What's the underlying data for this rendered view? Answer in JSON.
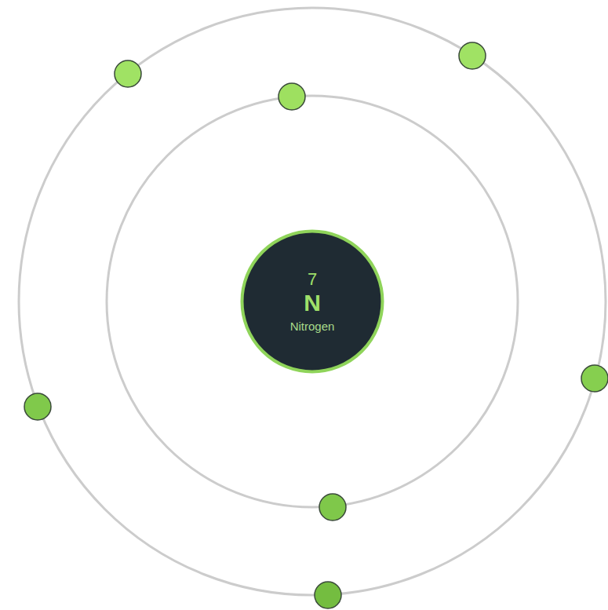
{
  "diagram": {
    "nodes": [
      {
        "text": [
          "7",
          "N",
          "Nitrogen"
        ]
      }
    ]
  }
}
